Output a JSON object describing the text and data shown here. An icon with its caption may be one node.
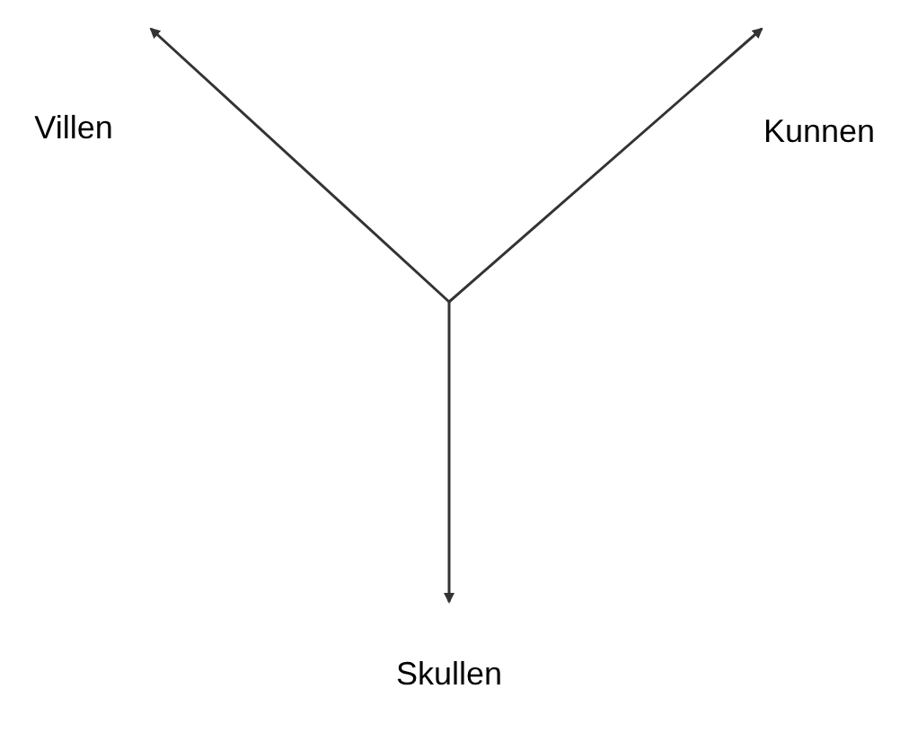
{
  "diagram": {
    "nodes": [
      {
        "text": [
          "Villen"
        ]
      },
      {
        "text": [
          "Kunnen"
        ]
      },
      {
        "text": [
          "Skullen"
        ]
      }
    ],
    "edges": [
      {
        "from": null,
        "to": 0,
        "arrow": "to"
      },
      {
        "from": null,
        "to": 1,
        "arrow": "to"
      },
      {
        "from": null,
        "to": 2,
        "arrow": "to"
      }
    ]
  }
}
